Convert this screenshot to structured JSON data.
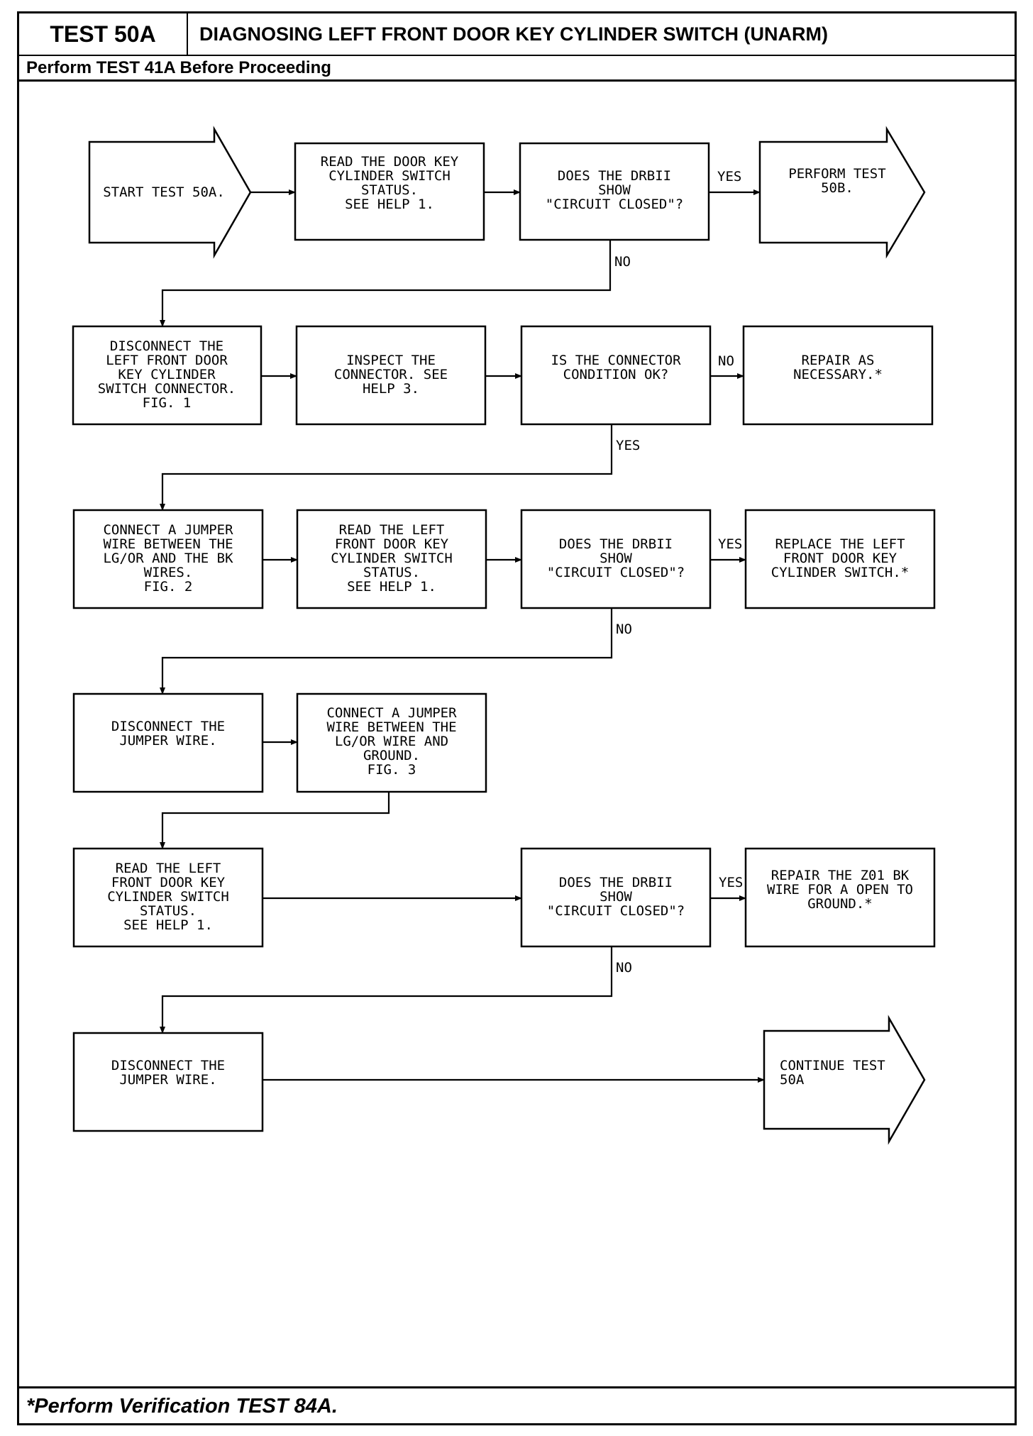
{
  "header": {
    "test_id": "TEST 50A",
    "title": "DIAGNOSING LEFT FRONT DOOR KEY CYLINDER SWITCH (UNARM)",
    "prerequisite": "Perform TEST 41A Before Proceeding"
  },
  "footer": {
    "note": "*Perform Verification TEST 84A."
  },
  "flow": {
    "start": [
      "START TEST 50A."
    ],
    "read_status_1": [
      "READ THE DOOR KEY",
      "CYLINDER SWITCH",
      "STATUS.",
      "SEE HELP 1."
    ],
    "decision_1": [
      "DOES THE DRBII",
      "SHOW",
      "\"CIRCUIT CLOSED\"?"
    ],
    "perform_50b": [
      "PERFORM TEST",
      "50B."
    ],
    "disconnect_connector": [
      "DISCONNECT THE",
      "LEFT FRONT DOOR",
      "KEY CYLINDER",
      "SWITCH CONNECTOR.",
      "FIG. 1"
    ],
    "inspect_connector": [
      "INSPECT THE",
      "CONNECTOR. SEE",
      "HELP 3."
    ],
    "decision_2": [
      "IS THE CONNECTOR",
      "CONDITION OK?"
    ],
    "repair_necessary": [
      "REPAIR AS",
      "NECESSARY.*"
    ],
    "connect_jumper_bk": [
      "CONNECT A JUMPER",
      "WIRE BETWEEN THE",
      "LG/OR AND THE BK",
      "WIRES.",
      "FIG. 2"
    ],
    "read_status_2": [
      "READ THE LEFT",
      "FRONT DOOR KEY",
      "CYLINDER SWITCH",
      "STATUS.",
      "SEE HELP 1."
    ],
    "decision_3": [
      "DOES THE DRBII",
      "SHOW",
      "\"CIRCUIT CLOSED\"?"
    ],
    "replace_switch": [
      "REPLACE THE LEFT",
      "FRONT DOOR KEY",
      "CYLINDER SWITCH.*"
    ],
    "disconnect_jumper_1": [
      "DISCONNECT THE",
      "JUMPER WIRE."
    ],
    "connect_jumper_ground": [
      "CONNECT A JUMPER",
      "WIRE BETWEEN THE",
      "LG/OR WIRE AND",
      "GROUND.",
      "FIG. 3"
    ],
    "read_status_3": [
      "READ THE LEFT",
      "FRONT DOOR KEY",
      "CYLINDER SWITCH",
      "STATUS.",
      "SEE HELP 1."
    ],
    "decision_4": [
      "DOES THE DRBII",
      "SHOW",
      "\"CIRCUIT CLOSED\"?"
    ],
    "repair_z01": [
      "REPAIR THE Z01 BK",
      "WIRE FOR A OPEN TO",
      "GROUND.*"
    ],
    "disconnect_jumper_2": [
      "DISCONNECT THE",
      "JUMPER WIRE."
    ],
    "continue_50a": [
      "CONTINUE TEST",
      "50A"
    ]
  },
  "labels": {
    "yes_1": "YES",
    "no_1": "NO",
    "no_2": "NO",
    "yes_2": "YES",
    "yes_3": "YES",
    "no_3": "NO",
    "yes_4": "YES",
    "no_4": "NO"
  }
}
